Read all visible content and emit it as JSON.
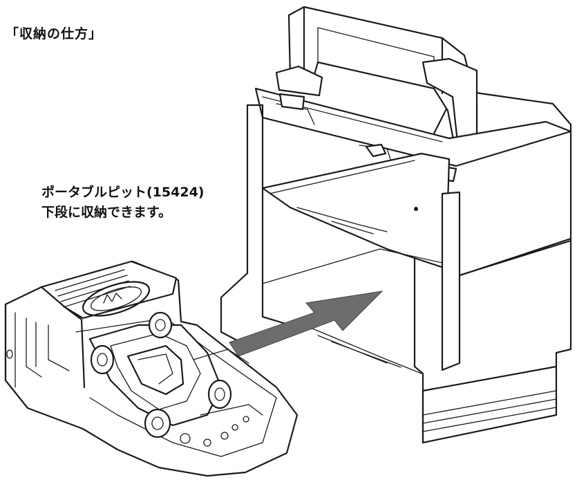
{
  "heading": "「収納の仕方」",
  "note": {
    "line1": "ポータブルピット(15424)",
    "line2": "下段に収納できます。"
  },
  "illustration": {
    "colors": {
      "line": "#1a1a1a",
      "arrow": "#8a8a8a",
      "background": "#ffffff"
    }
  }
}
